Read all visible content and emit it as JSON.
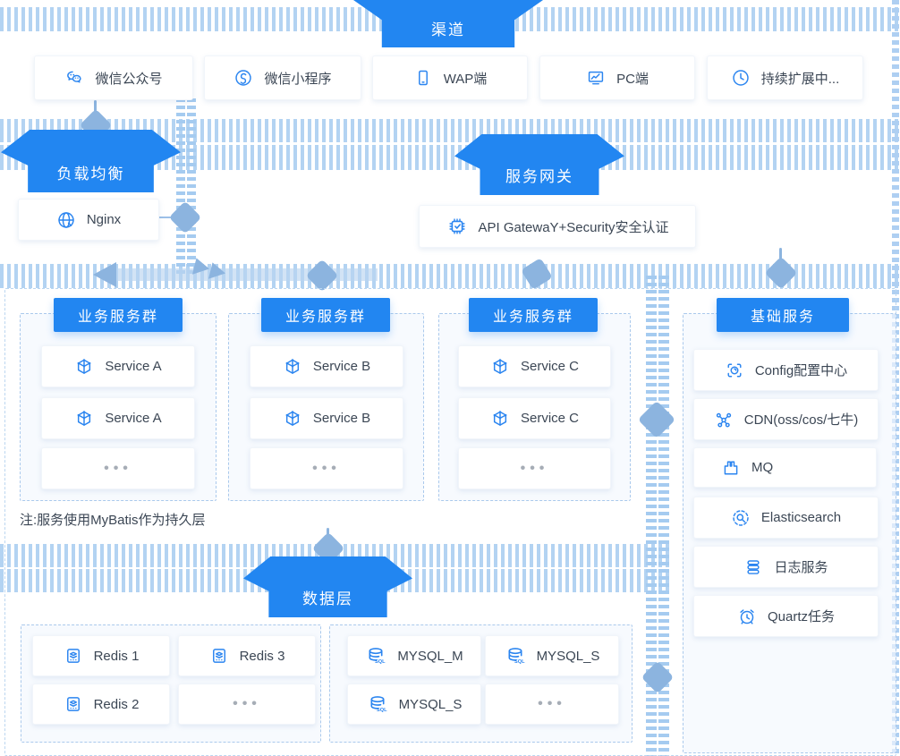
{
  "top_banner": {
    "label": "渠道"
  },
  "channel_row": {
    "items": [
      {
        "icon": "wechat-icon",
        "label": "微信公众号"
      },
      {
        "icon": "miniprogram-icon",
        "label": "微信小程序"
      },
      {
        "icon": "mobile-icon",
        "label": "WAP端"
      },
      {
        "icon": "monitor-icon",
        "label": "PC端"
      },
      {
        "icon": "clock-icon",
        "label": "持续扩展中..."
      }
    ]
  },
  "load_balancer": {
    "banner": "负载均衡",
    "item": {
      "icon": "globe-icon",
      "label": "Nginx"
    }
  },
  "gateway": {
    "banner": "服务网关",
    "item": {
      "icon": "chip-icon",
      "label": "API GatewaY+Security安全认证"
    }
  },
  "clusters": {
    "note": "注:服务使用MyBatis作为持久层",
    "groups": [
      {
        "header": "业务服务群",
        "items": [
          {
            "icon": "service-node-icon",
            "label": "Service A"
          },
          {
            "icon": "service-node-icon",
            "label": "Service A"
          },
          {
            "icon": "ellipsis",
            "label": "•••"
          }
        ]
      },
      {
        "header": "业务服务群",
        "items": [
          {
            "icon": "service-node-icon",
            "label": "Service B"
          },
          {
            "icon": "service-node-icon",
            "label": "Service B"
          },
          {
            "icon": "ellipsis",
            "label": "•••"
          }
        ]
      },
      {
        "header": "业务服务群",
        "items": [
          {
            "icon": "service-node-icon",
            "label": "Service C"
          },
          {
            "icon": "service-node-icon",
            "label": "Service C"
          },
          {
            "icon": "ellipsis",
            "label": "•••"
          }
        ]
      }
    ]
  },
  "base_services": {
    "header": "基础服务",
    "items": [
      {
        "icon": "config-icon",
        "label": "Config配置中心"
      },
      {
        "icon": "cdn-icon",
        "label": "CDN(oss/cos/七牛)"
      },
      {
        "icon": "mq-icon",
        "label": "MQ"
      },
      {
        "icon": "elasticsearch-icon",
        "label": "Elasticsearch"
      },
      {
        "icon": "logs-icon",
        "label": "日志服务"
      },
      {
        "icon": "alarm-icon",
        "label": "Quartz任务"
      }
    ]
  },
  "data_layer": {
    "banner": "数据层",
    "redis_group": {
      "items": [
        {
          "icon": "redis-icon",
          "label": "Redis 1"
        },
        {
          "icon": "redis-icon",
          "label": "Redis 3"
        },
        {
          "icon": "redis-icon",
          "label": "Redis 2"
        },
        {
          "icon": "ellipsis",
          "label": "•••"
        }
      ]
    },
    "mysql_group": {
      "items": [
        {
          "icon": "mysql-icon",
          "label": "MYSQL_M"
        },
        {
          "icon": "mysql-icon",
          "label": "MYSQL_S"
        },
        {
          "icon": "mysql-icon",
          "label": "MYSQL_S"
        },
        {
          "icon": "ellipsis",
          "label": "•••"
        }
      ]
    }
  },
  "colors": {
    "banner_blue": "#2286F1",
    "stripe_blue": "#B3D3F2",
    "diamond_blue": "#8CB4DF",
    "icon_blue": "#2B85F0",
    "text_dark": "#3B4654"
  }
}
